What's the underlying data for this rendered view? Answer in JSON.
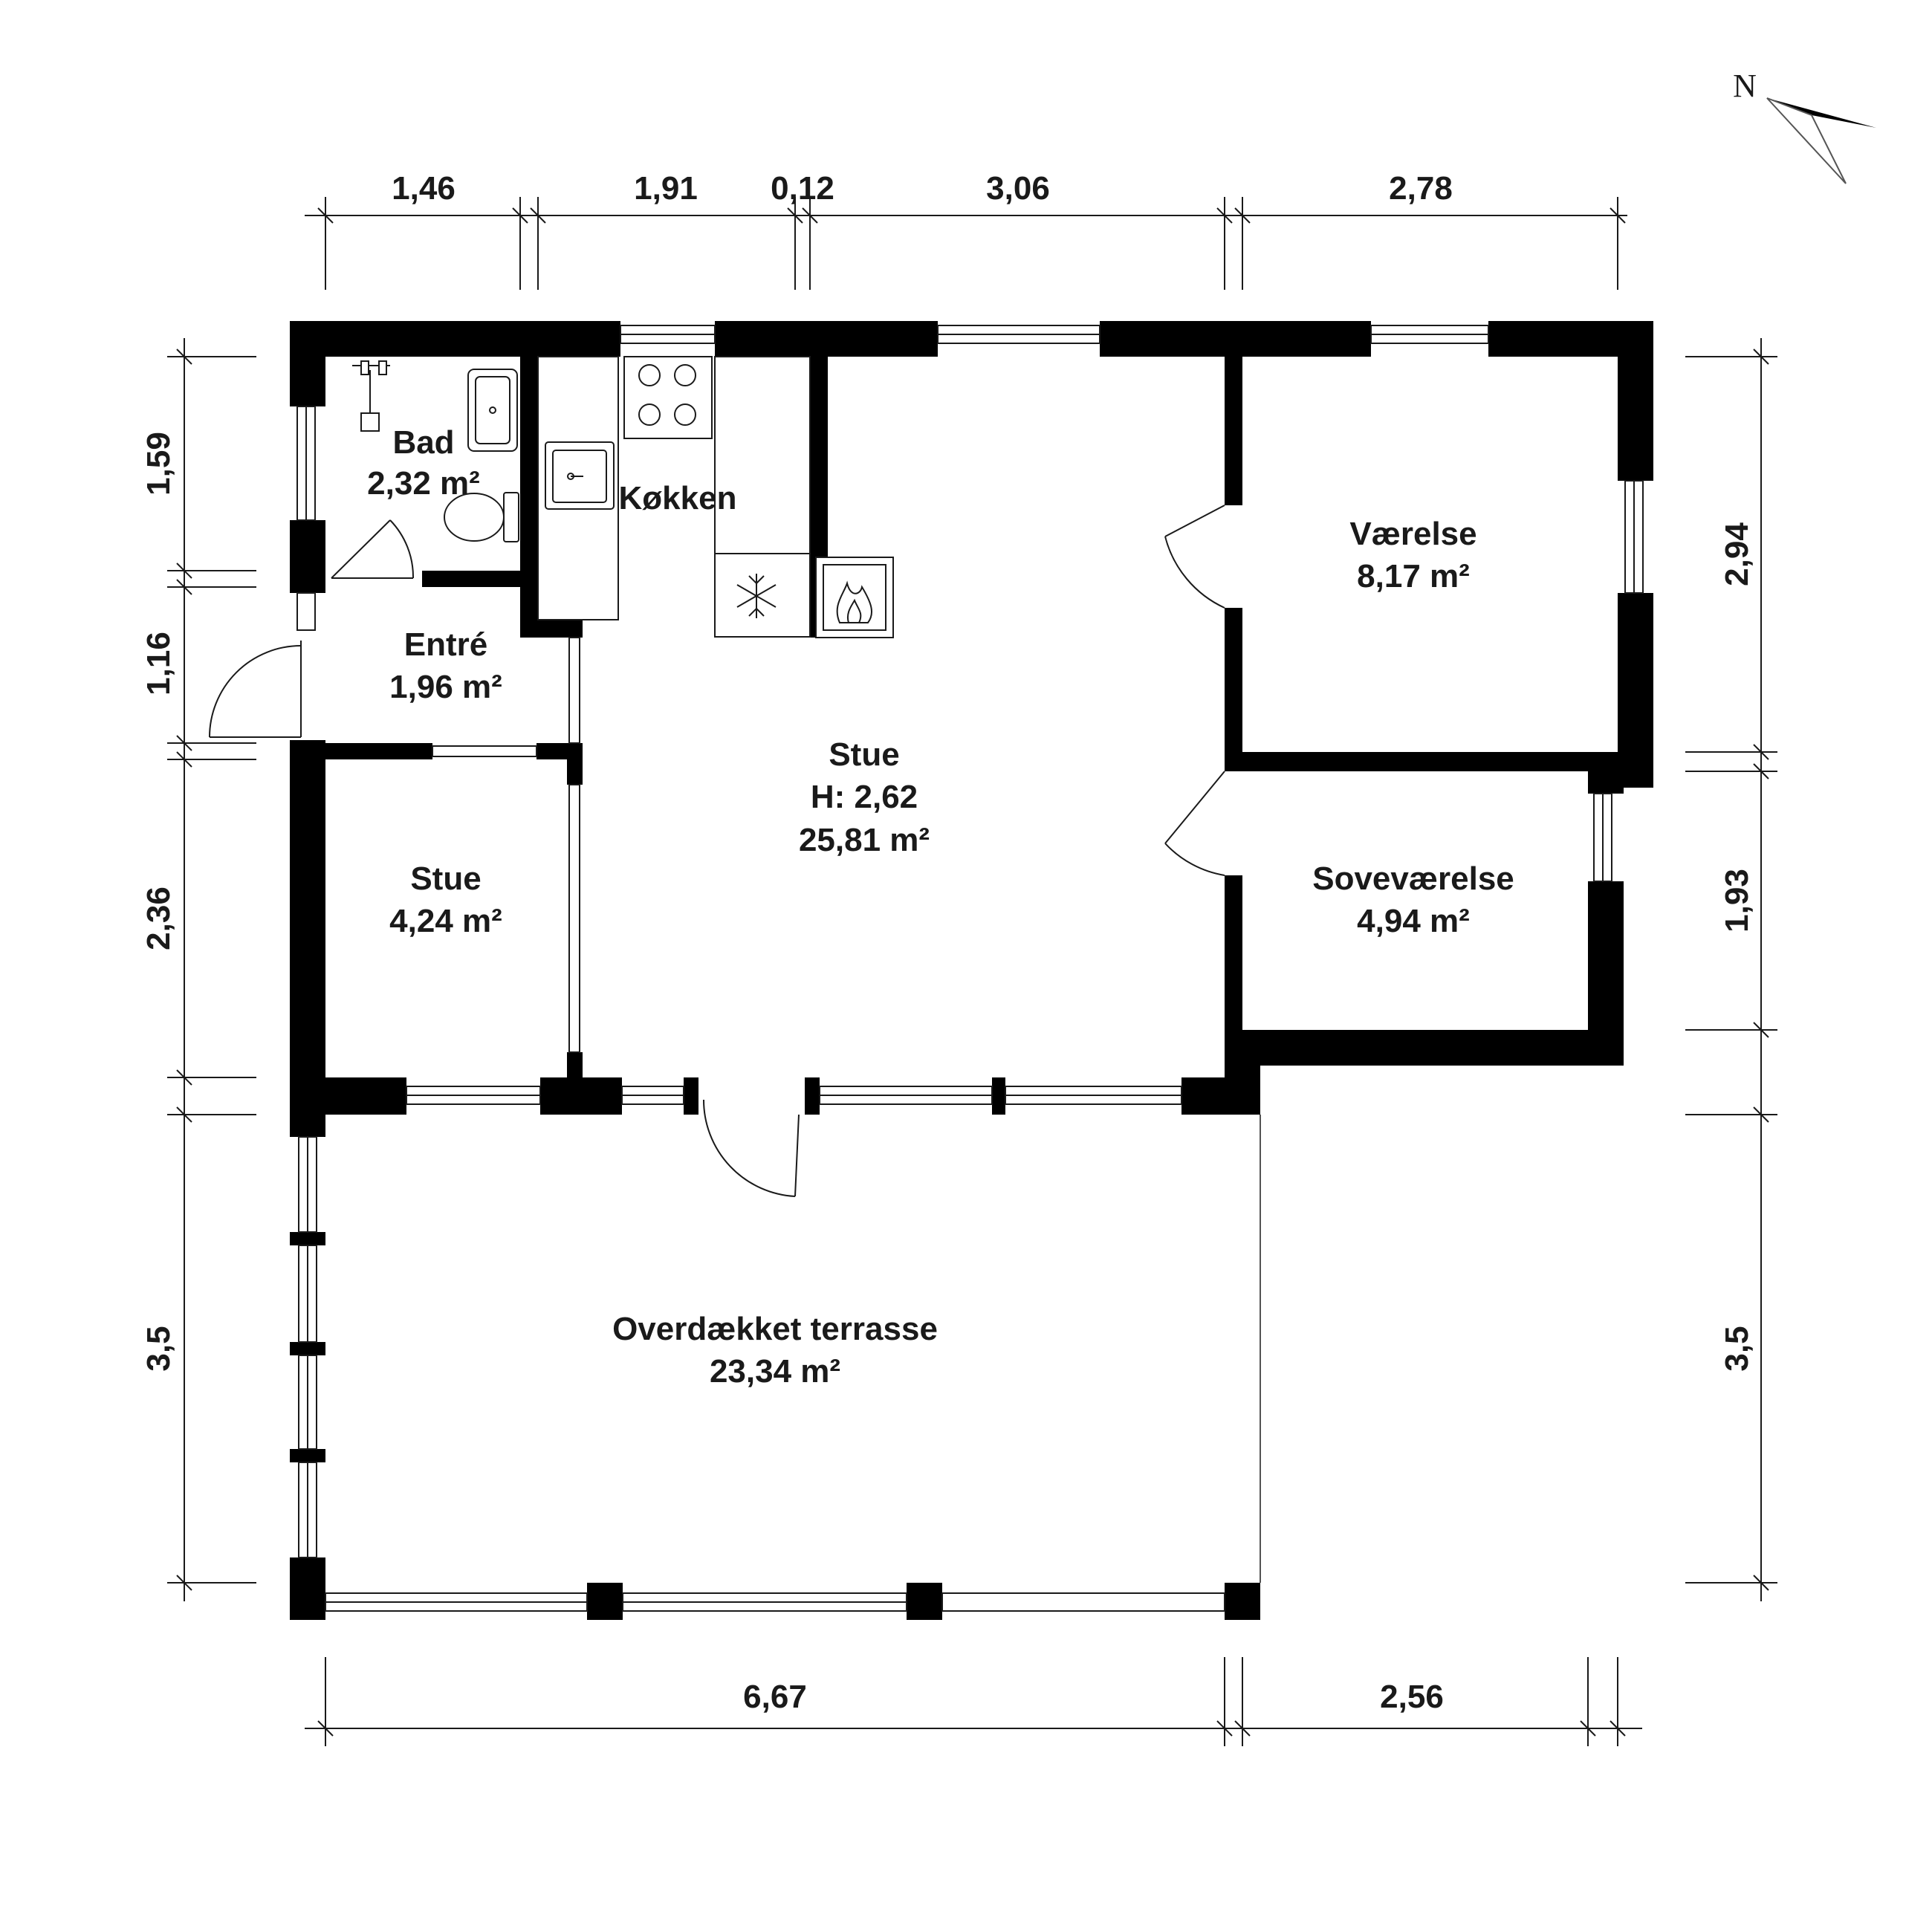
{
  "rooms": {
    "bad": {
      "name": "Bad",
      "area": "2,32 m²"
    },
    "kokken": {
      "name": "Køkken"
    },
    "vaerelse": {
      "name": "Værelse",
      "area": "8,17 m²"
    },
    "entre": {
      "name": "Entré",
      "area": "1,96 m²"
    },
    "stue_main": {
      "name": "Stue",
      "height": "H: 2,62",
      "area": "25,81 m²"
    },
    "stue_small": {
      "name": "Stue",
      "area": "4,24 m²"
    },
    "sovevaerelse": {
      "name": "Soveværelse",
      "area": "4,94 m²"
    },
    "terrasse": {
      "name": "Overdækket terrasse",
      "area": "23,34 m²"
    }
  },
  "dimensions": {
    "top": [
      "1,46",
      "1,91",
      "0,12",
      "3,06",
      "2,78"
    ],
    "bottom": [
      "6,67",
      "2,56"
    ],
    "left": [
      "1,59",
      "1,16",
      "2,36",
      "3,5"
    ],
    "right": [
      "2,94",
      "1,93",
      "3,5"
    ]
  },
  "compass": {
    "label": "N"
  },
  "icons": [
    "shower-icon",
    "washbasin-icon",
    "toilet-icon",
    "stove-icon",
    "kitchen-sink-icon",
    "fridge-freezer-icon",
    "fireplace-icon",
    "north-arrow-icon"
  ],
  "colors": {
    "walls": "#000000",
    "lines": "#1a1a1a",
    "background": "#ffffff"
  }
}
